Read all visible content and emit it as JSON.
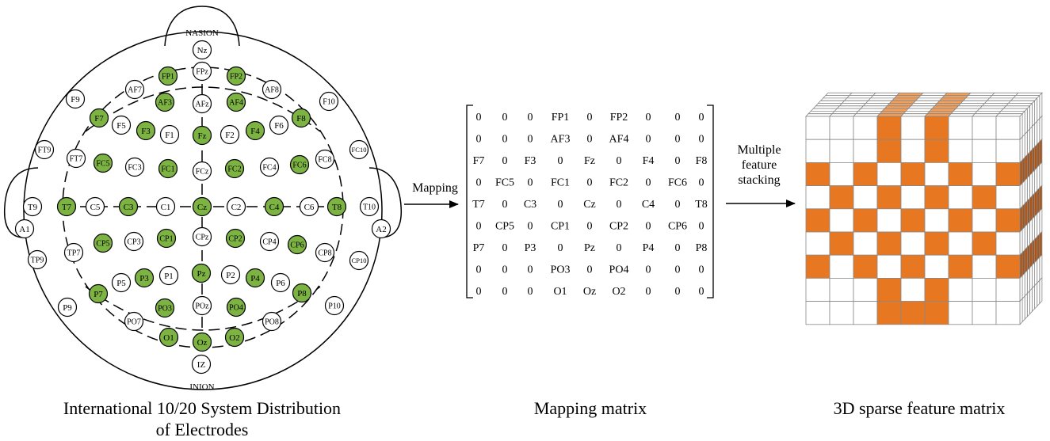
{
  "head": {
    "nasion_label": "NASION",
    "inion_label": "INION",
    "ear_left_label": "A1",
    "ear_right_label": "A2",
    "caption_line1": "International 10/20 System Distribution",
    "caption_line2": "of Electrodes",
    "highlight_color": "#7cb342",
    "electrodes": [
      {
        "label": "Nz",
        "selected": false
      },
      {
        "label": "FPz",
        "selected": false
      },
      {
        "label": "FP1",
        "selected": true
      },
      {
        "label": "FP2",
        "selected": true
      },
      {
        "label": "AF7",
        "selected": false
      },
      {
        "label": "AF3",
        "selected": true
      },
      {
        "label": "AFz",
        "selected": false
      },
      {
        "label": "AF4",
        "selected": true
      },
      {
        "label": "AF8",
        "selected": false
      },
      {
        "label": "F9",
        "selected": false
      },
      {
        "label": "F10",
        "selected": false
      },
      {
        "label": "F7",
        "selected": true
      },
      {
        "label": "F5",
        "selected": false
      },
      {
        "label": "F3",
        "selected": true
      },
      {
        "label": "F1",
        "selected": false
      },
      {
        "label": "Fz",
        "selected": true
      },
      {
        "label": "F2",
        "selected": false
      },
      {
        "label": "F4",
        "selected": true
      },
      {
        "label": "F6",
        "selected": false
      },
      {
        "label": "F8",
        "selected": true
      },
      {
        "label": "FT9",
        "selected": false
      },
      {
        "label": "FT7",
        "selected": false
      },
      {
        "label": "FC5",
        "selected": true
      },
      {
        "label": "FC3",
        "selected": false
      },
      {
        "label": "FC1",
        "selected": true
      },
      {
        "label": "FCz",
        "selected": false
      },
      {
        "label": "FC2",
        "selected": true
      },
      {
        "label": "FC4",
        "selected": false
      },
      {
        "label": "FC6",
        "selected": true
      },
      {
        "label": "FC8",
        "selected": false
      },
      {
        "label": "FC10",
        "selected": false
      },
      {
        "label": "T9",
        "selected": false
      },
      {
        "label": "T7",
        "selected": true
      },
      {
        "label": "C5",
        "selected": false
      },
      {
        "label": "C3",
        "selected": true
      },
      {
        "label": "C1",
        "selected": false
      },
      {
        "label": "Cz",
        "selected": true
      },
      {
        "label": "C2",
        "selected": false
      },
      {
        "label": "C4",
        "selected": true
      },
      {
        "label": "C6",
        "selected": false
      },
      {
        "label": "T8",
        "selected": true
      },
      {
        "label": "T10",
        "selected": false
      },
      {
        "label": "TP9",
        "selected": false
      },
      {
        "label": "TP7",
        "selected": false
      },
      {
        "label": "CP5",
        "selected": true
      },
      {
        "label": "CP3",
        "selected": false
      },
      {
        "label": "CP1",
        "selected": true
      },
      {
        "label": "CPz",
        "selected": false
      },
      {
        "label": "CP2",
        "selected": true
      },
      {
        "label": "CP4",
        "selected": false
      },
      {
        "label": "CP6",
        "selected": true
      },
      {
        "label": "CP8",
        "selected": false
      },
      {
        "label": "CP10",
        "selected": false
      },
      {
        "label": "P9",
        "selected": false
      },
      {
        "label": "P7",
        "selected": true
      },
      {
        "label": "P5",
        "selected": false
      },
      {
        "label": "P3",
        "selected": true
      },
      {
        "label": "P1",
        "selected": false
      },
      {
        "label": "Pz",
        "selected": true
      },
      {
        "label": "P2",
        "selected": false
      },
      {
        "label": "P4",
        "selected": true
      },
      {
        "label": "P6",
        "selected": false
      },
      {
        "label": "P8",
        "selected": true
      },
      {
        "label": "P10",
        "selected": false
      },
      {
        "label": "PO7",
        "selected": false
      },
      {
        "label": "PO3",
        "selected": true
      },
      {
        "label": "POz",
        "selected": false
      },
      {
        "label": "PO4",
        "selected": true
      },
      {
        "label": "PO8",
        "selected": false
      },
      {
        "label": "O1",
        "selected": true
      },
      {
        "label": "Oz",
        "selected": true
      },
      {
        "label": "O2",
        "selected": true
      },
      {
        "label": "IZ",
        "selected": false
      }
    ]
  },
  "arrow1": {
    "label": "Mapping"
  },
  "arrow2": {
    "label_lines": [
      "Multiple",
      "feature",
      "stacking"
    ]
  },
  "matrix": {
    "caption": "Mapping matrix",
    "rows": [
      [
        "0",
        "0",
        "0",
        "FP1",
        "0",
        "FP2",
        "0",
        "0",
        "0"
      ],
      [
        "0",
        "0",
        "0",
        "AF3",
        "0",
        "AF4",
        "0",
        "0",
        "0"
      ],
      [
        "F7",
        "0",
        "F3",
        "0",
        "Fz",
        "0",
        "F4",
        "0",
        "F8"
      ],
      [
        "0",
        "FC5",
        "0",
        "FC1",
        "0",
        "FC2",
        "0",
        "FC6",
        "0"
      ],
      [
        "T7",
        "0",
        "C3",
        "0",
        "Cz",
        "0",
        "C4",
        "0",
        "T8"
      ],
      [
        "0",
        "CP5",
        "0",
        "CP1",
        "0",
        "CP2",
        "0",
        "CP6",
        "0"
      ],
      [
        "P7",
        "0",
        "P3",
        "0",
        "Pz",
        "0",
        "P4",
        "0",
        "P8"
      ],
      [
        "0",
        "0",
        "0",
        "PO3",
        "0",
        "PO4",
        "0",
        "0",
        "0"
      ],
      [
        "0",
        "0",
        "0",
        "O1",
        "Oz",
        "O2",
        "0",
        "0",
        "0"
      ]
    ]
  },
  "cube": {
    "caption": "3D sparse feature matrix",
    "fill_color": "#e87722",
    "side_fill_color": "#a9551a",
    "top_fill_color": "#f2a05b"
  }
}
